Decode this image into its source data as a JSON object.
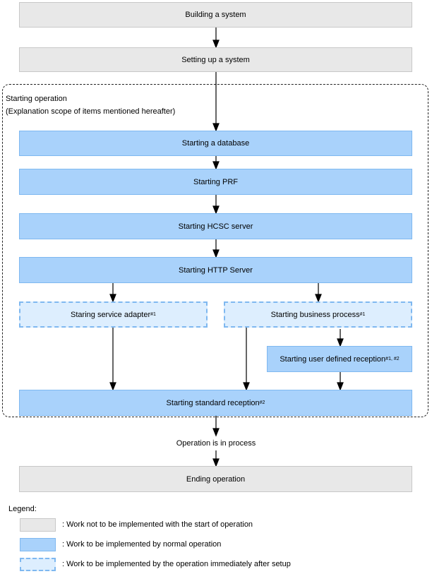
{
  "steps": {
    "building": "Building a system",
    "setup": "Setting up a system",
    "scope_title": "Starting operation",
    "scope_subtitle": "(Explanation scope of items mentioned hereafter)",
    "database": "Starting a database",
    "prf": "Starting PRF",
    "hcsc": "Starting HCSC server",
    "http": "Starting HTTP Server",
    "service_adapter": "Staring service adapter",
    "service_adapter_note": "#1",
    "business_process": "Starting business process",
    "business_process_note": "#1",
    "user_reception": "Starting user defined reception",
    "user_reception_note": "#1, #2",
    "standard_reception": "Starting standard reception",
    "standard_reception_note": "#2",
    "in_process": "Operation is in process",
    "ending": "Ending operation"
  },
  "legend": {
    "title": "Legend:",
    "items": [
      {
        "style": "gray",
        "label": ": Work not to be implemented with the start of operation"
      },
      {
        "style": "blue",
        "label": ": Work to be implemented by normal operation"
      },
      {
        "style": "dashed",
        "label": ": Work to be implemented by the operation immediately after setup"
      }
    ]
  },
  "colors": {
    "gray": "#e8e8e8",
    "blue": "#a9d2fb",
    "light_blue": "#ddeefe",
    "border_blue": "#7fb8f0"
  }
}
